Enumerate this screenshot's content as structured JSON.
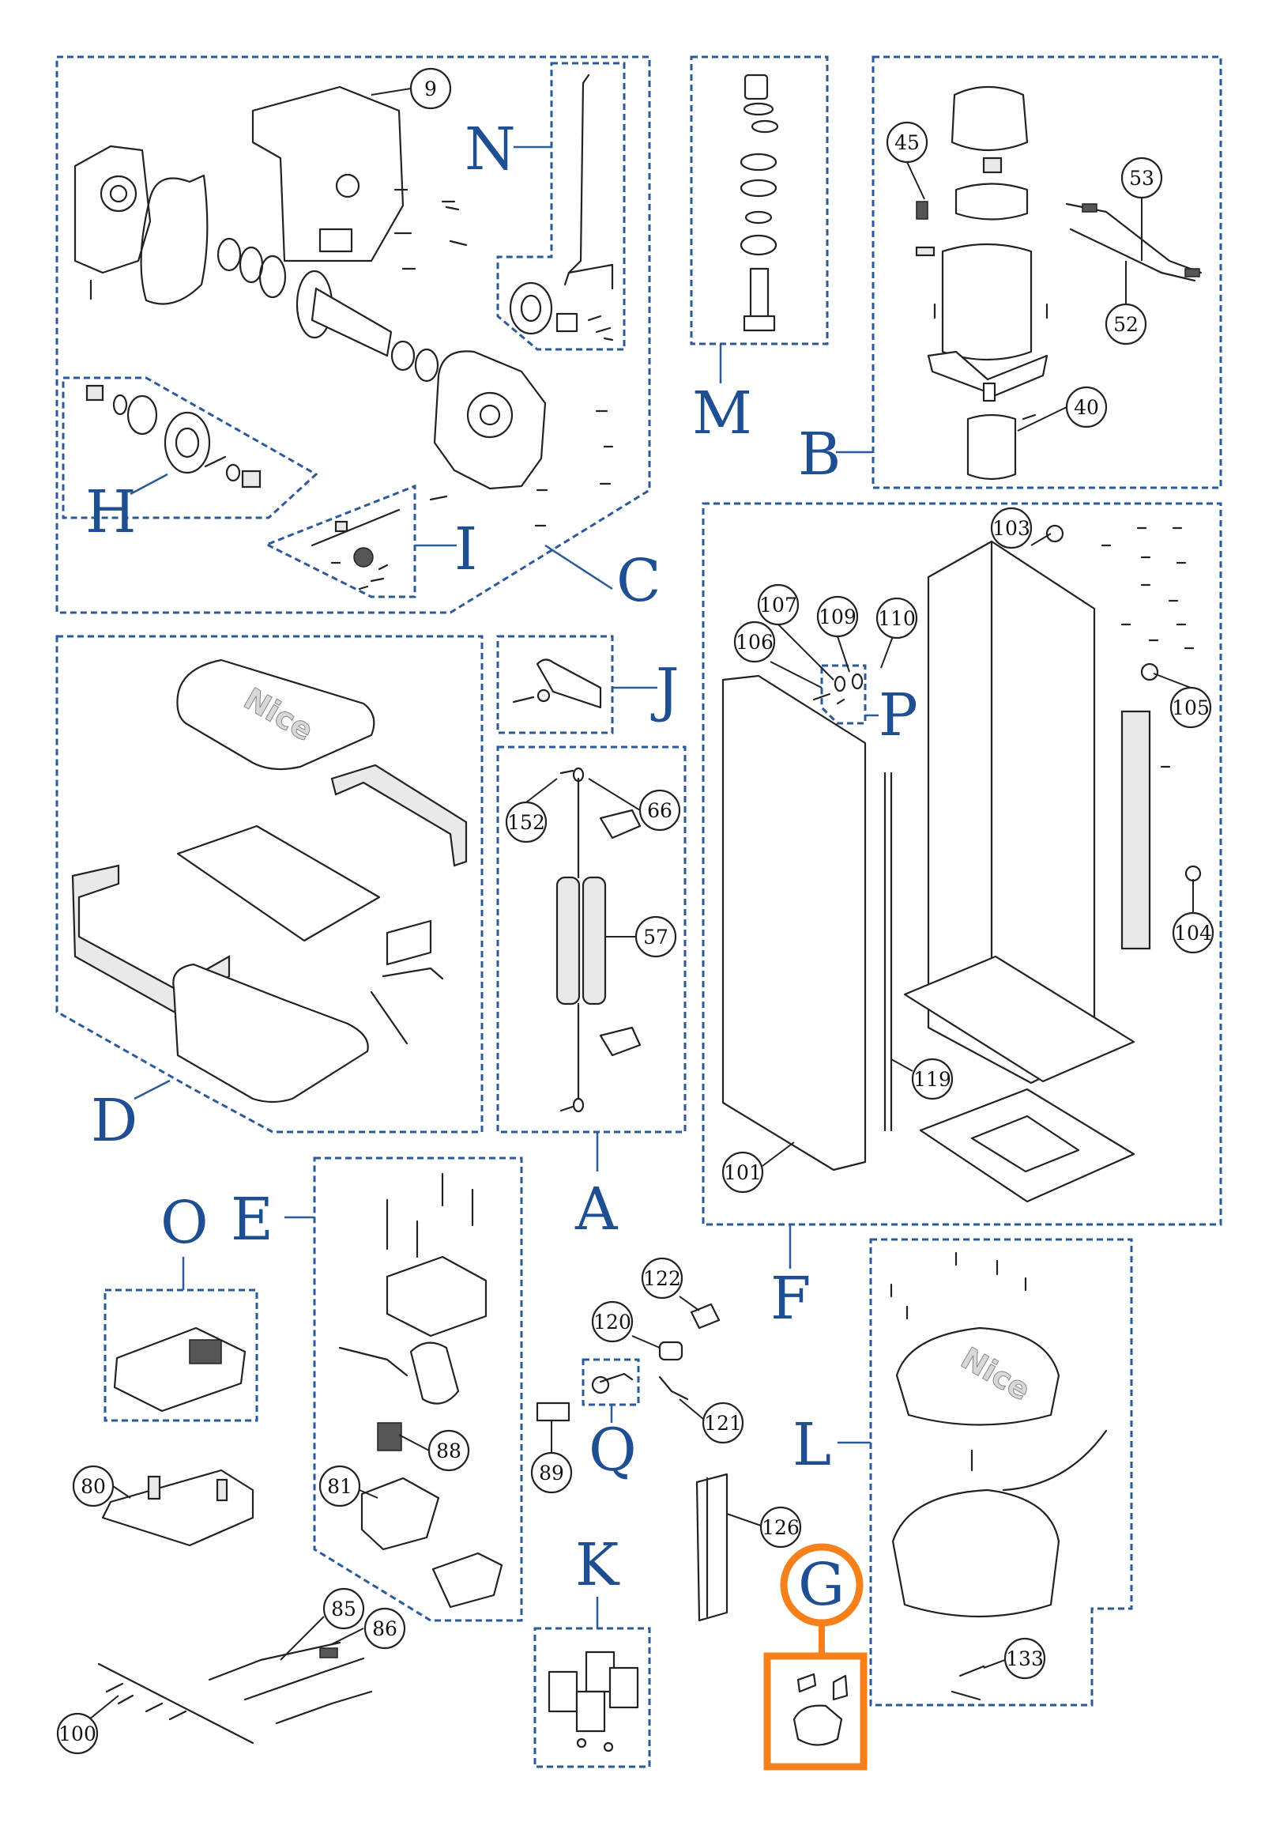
{
  "sections": {
    "A": "A",
    "B": "B",
    "C": "C",
    "D": "D",
    "E": "E",
    "F": "F",
    "G": "G",
    "H": "H",
    "I": "I",
    "J": "J",
    "K": "K",
    "L": "L",
    "M": "M",
    "N": "N",
    "O": "O",
    "P": "P",
    "Q": "Q"
  },
  "part_numbers": {
    "p9": "9",
    "p45": "45",
    "p53": "53",
    "p52": "52",
    "p40": "40",
    "p103": "103",
    "p107": "107",
    "p109": "109",
    "p110": "110",
    "p106": "106",
    "p105": "105",
    "p104": "104",
    "p119": "119",
    "p101": "101",
    "p152": "152",
    "p66": "66",
    "p57": "57",
    "p122": "122",
    "p120": "120",
    "p121": "121",
    "p89": "89",
    "p126": "126",
    "p88": "88",
    "p81": "81",
    "p80": "80",
    "p85": "85",
    "p86": "86",
    "p100": "100",
    "p133": "133"
  },
  "logos": {
    "cover": "Nice",
    "lid": "Nice"
  },
  "colors": {
    "section_blue": "#1d4f92",
    "dash_blue": "#2a5a9a",
    "highlight": "#f7801a"
  }
}
